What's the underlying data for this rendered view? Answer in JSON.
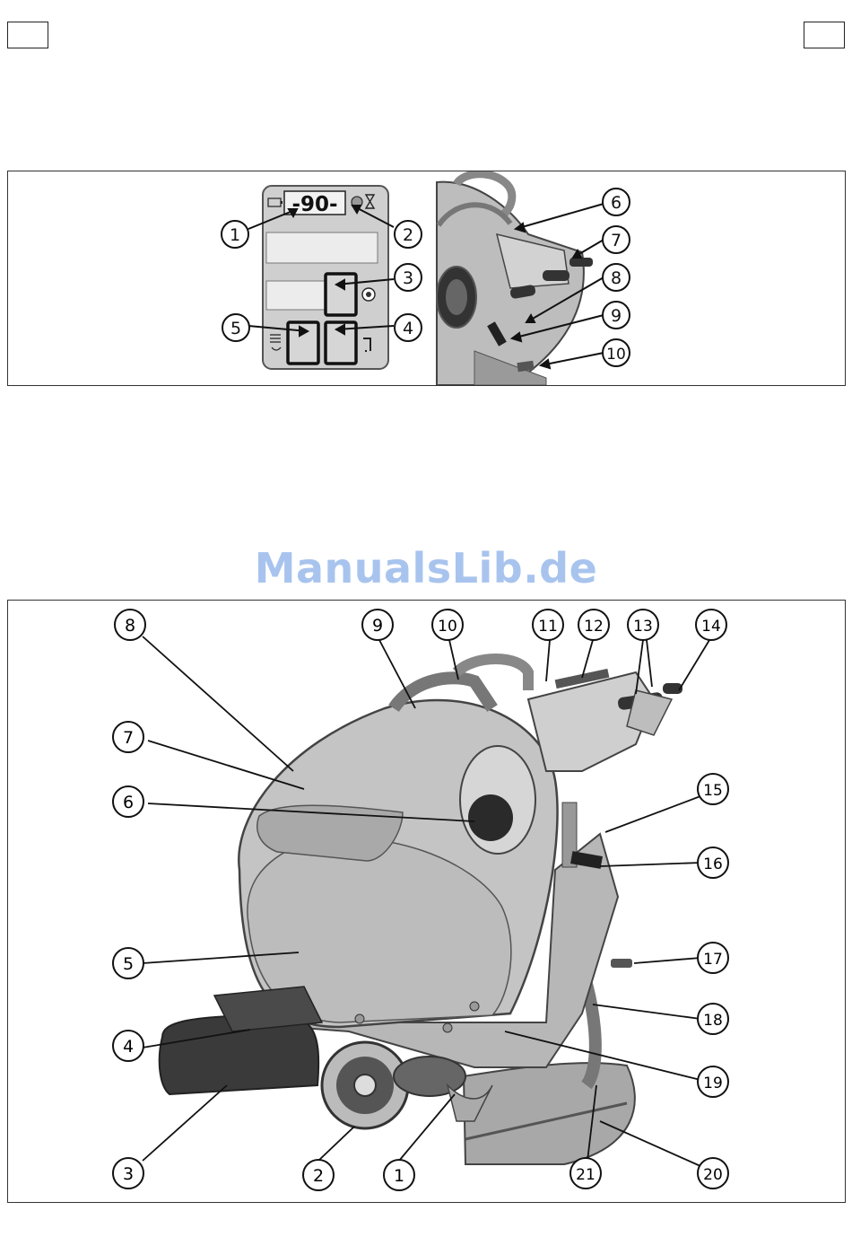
{
  "display": {
    "lcd_text": "-90-"
  },
  "panel_callouts": [
    "1",
    "2",
    "3",
    "4",
    "5"
  ],
  "handle_callouts": [
    "6",
    "7",
    "8",
    "9",
    "10"
  ],
  "watermark": "ManualsLib.de",
  "machine_callouts": [
    "1",
    "2",
    "3",
    "4",
    "5",
    "6",
    "7",
    "8",
    "9",
    "10",
    "11",
    "12",
    "13",
    "14",
    "15",
    "16",
    "17",
    "18",
    "19",
    "20",
    "21"
  ]
}
